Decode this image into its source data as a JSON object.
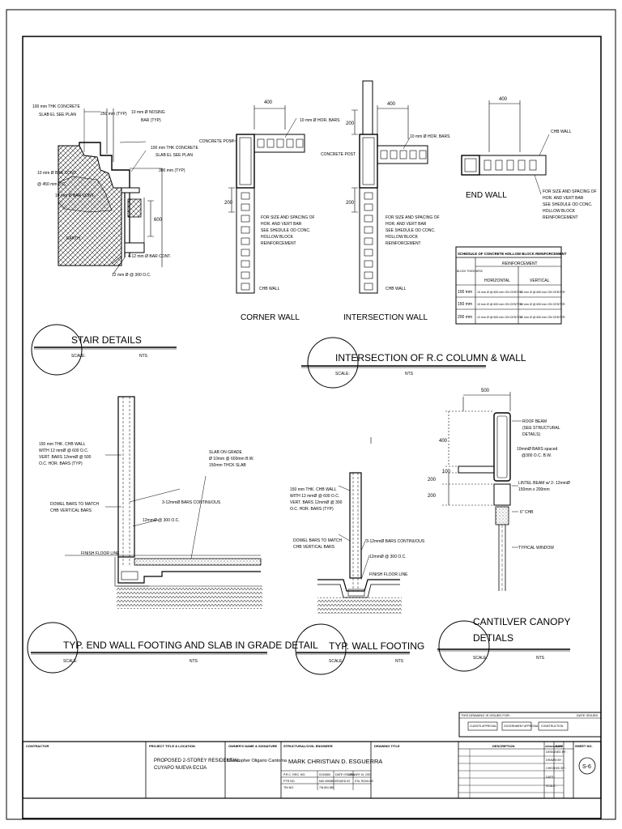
{
  "stair": {
    "title": "STAIR DETAILS",
    "scale_label": "SCALE:",
    "scale_value": "NTS",
    "labels": [
      "100 mm THK CONCRETE",
      "SLAB EL SEE PLAN",
      "10 mm Ø NOSING",
      "BAR (TYP)",
      "100 mm THK CONCRETE",
      "SLAB EL SEE PLAN",
      "300 mm (TYP)",
      "10 mm Ø BAR CONT.",
      "@ 450 mm O.C.",
      "10 mm Ø BAR CONT.",
      "4-12 mm Ø BAR CONT.",
      "12 mm Ø @ 300 O.C."
    ],
    "dim_top": "250 mm (TYP)",
    "dim_600": "600",
    "earth_label": "EARTH"
  },
  "column_wall": {
    "title": "INTERSECTION OF R.C COLUMN & WALL",
    "scale_label": "SCALE:",
    "scale_value": "NTS",
    "corner": {
      "name": "CORNER WALL",
      "dim_400": "400",
      "dim_200a": "200",
      "label_bars": "10 mm Ø HOR. BARS",
      "label_post": "CONCRETE POST",
      "notes": [
        "FOR SIZE AND SPACING OF",
        "HOR. AND VERT BAR",
        "SEE SHEDULE OD CONC.",
        "HOLLOW BLOCK",
        "REINFORCEMENT"
      ],
      "chb": "CHB WALL"
    },
    "intersection": {
      "name": "INTERSECTION WALL",
      "dim_400": "400",
      "dim_200a": "200",
      "dim_200b": "200",
      "label_bars": "10 mm Ø HOR. BARS",
      "label_post": "CONCRETE POST",
      "notes": [
        "FOR SIZE AND SPACING OF",
        "HOR. AND VERT BAR",
        "SEE SHEDULE OD CONC.",
        "HOLLOW BLOCK",
        "REINFORCEMENT"
      ],
      "chb": "CHB WALL"
    },
    "end": {
      "name": "END WALL",
      "dim_400": "400",
      "chb": "CHB WALL",
      "notes": [
        "FOR SIZE AND SPACING OF",
        "HOR. AND VERT BAR",
        "SEE SHEDULE OD CONC.",
        "HOLLOW BLOCK",
        "REINFORCEMENT"
      ]
    },
    "schedule": {
      "title": "SCHEDULE OF CONCRETE HOLLOW BLOCK REINFORCEMENT",
      "group_header": "REINFORCEMENT",
      "col_block": "BLOCK THICKNESS",
      "col_h": "HORIZONTAL",
      "col_v": "VERTICAL",
      "rows": [
        {
          "t": "100 mm",
          "h": "10 mm Ø @ 600 mm ON CENTER",
          "v": "10 mm Ø @ 600 mm ON CENTER"
        },
        {
          "t": "150 mm",
          "h": "10 mm Ø @ 600 mm ON CENTER",
          "v": "10 mm Ø @ 600 mm ON CENTER"
        },
        {
          "t": "200 mm",
          "h": "12 mm Ø @ 600 mm ON CENTER",
          "v": "12 mm Ø @ 600 mm ON CENTER"
        }
      ]
    }
  },
  "end_footing": {
    "title": "TYP. END WALL FOOTING AND SLAB IN GRADE DETAIL",
    "scale_label": "SCALE:",
    "scale_value": "NTS",
    "labels": [
      "150 mm THK. CHB WALL",
      "WITH 12 mmØ @ 600 O.C.",
      "VERT. BARS 12mmØ @ 500",
      "O.C. HOR. BARS (TYP)",
      "DOWEL BARS TO MATCH",
      "CHB VERTICAL BARS",
      "SLAB ON GRADE",
      "Ø 10mm @ 600mm B.W.",
      "150mm THCK SLAB",
      "3-12mmØ BARS CONTINUOUS",
      "12mmØ @ 300 O.C.",
      "FINISH FLOOR LINE"
    ]
  },
  "wall_footing": {
    "title": "TYP. WALL FOOTING",
    "scale_label": "SCALE:",
    "scale_value": "NTS",
    "labels": [
      "150 mm THK. CHB WALL",
      "WITH 12 mmØ @ 600 O.C.",
      "VERT. BARS 12mmØ @ 300",
      "O.C. HOR. BARS (TYP)",
      "DOWEL BARS TO MATCH",
      "CHB VERTICAL BARS",
      "3-12mmØ BARS CONTINUOUS",
      "12mmØ @ 300 O.C.",
      "FINISH FLOOR LINE"
    ]
  },
  "canopy": {
    "title_line1": "CANTILVER CANOPY",
    "title_line2": "DETIALS",
    "scale_label": "SCALE:",
    "scale_value": "NTS",
    "dims": [
      "500",
      "400",
      "100",
      "200",
      "200"
    ],
    "labels": [
      "ROOF BEAM",
      "(SEE STRUCTURAL",
      "DETAILS)",
      "10mmØ BARS spaced",
      "@300 O.C. B.W.",
      "LINTEL BEAM w/ 2- 12mmØ",
      "150mm x 200mm",
      "6\" CHB",
      "TYPICAL WINDOW"
    ]
  },
  "issue_block": {
    "header": "THIS DRAWING IS ISSUED FOR :",
    "date_issued": "DATE ISSUED",
    "options": [
      "CLIENTS APPROVAL",
      "GOVERNMENT APPROVAL",
      "CONSTRUCTION"
    ]
  },
  "title_block": {
    "contractor_label": "CONTRACTOR",
    "project_label": "PROJECT TITLE & LOCATION",
    "project_line1": "PROPOSED 2-STOREY RESIDENTIAL",
    "project_line2": "CUYAPO NUEVA ECIJA",
    "owner_label": "OWNER'S NAME & SIGNATURE",
    "owner_name": "Christopher Oligario Cantoma",
    "engineer_label": "STRUCTURAL/CIVIL ENGINEER",
    "engineer_name": "MARK CHRISTIAN D. ESGUERRA",
    "prc_label": "P.R.C. REG. NO.",
    "prc_value": "0134583",
    "date_label": "DATE ISSUED",
    "date_value": "JANUARY 16, 2020",
    "ptr_label": "PTR NO.",
    "ptr_value": "MAY-4560850",
    "issued_at_label": "ISSUED AT",
    "issued_at_value": "STA. ROSA N.E.",
    "tin_label": "TIN NO.",
    "tin_value": "734-804-385",
    "drawing_title_label": "DRAWING TITLE",
    "description_label": "DESCRIPTION",
    "approved_label": "APPROVED BY",
    "date_col_label": "DATE",
    "designed_label": "DESIGNED BY :",
    "drawn_label": "DRAWN BY :",
    "checked_label": "CHECKED BY :",
    "date_row_label": "DATE :",
    "scale_row_label": "SCALE :",
    "sheet_no_label": "SHEET NO.",
    "sheet_no": "S-6"
  }
}
